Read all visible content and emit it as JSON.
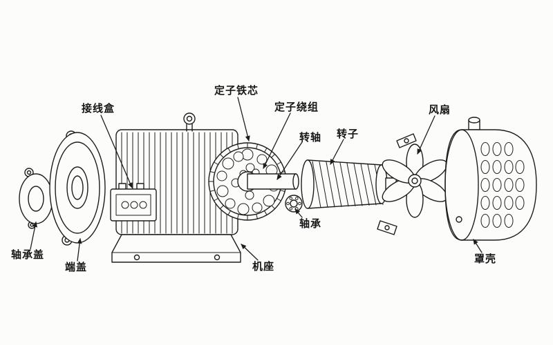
{
  "labels": {
    "junction_box": "接线盒",
    "stator_core": "定子铁芯",
    "stator_winding": "定子绕组",
    "shaft": "转轴",
    "rotor": "转子",
    "fan": "风扇",
    "bearing": "轴承",
    "base": "机座",
    "bearing_cap": "轴承盖",
    "end_cover": "端盖",
    "shell": "罩壳"
  },
  "style": {
    "line_color": "#1c1c1c",
    "label_color": "#151515",
    "background": "#fcfcfb"
  }
}
